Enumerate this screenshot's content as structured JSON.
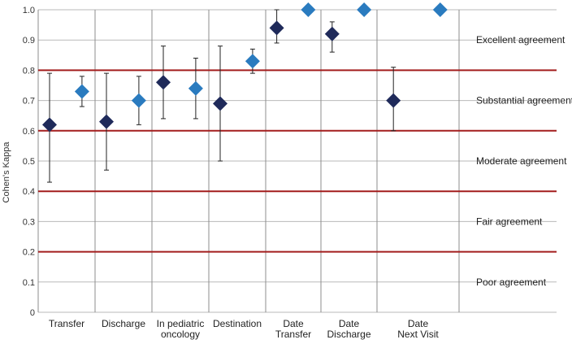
{
  "chart_data": {
    "type": "scatter",
    "ylabel": "Cohen's Kappa",
    "ylim": [
      0,
      1.0
    ],
    "yticks": [
      "0",
      "0.1",
      "0.2",
      "0.3",
      "0.4",
      "0.5",
      "0.6",
      "0.7",
      "0.8",
      "0.9",
      "1.0"
    ],
    "categories": [
      [
        "Transfer"
      ],
      [
        "Discharge"
      ],
      [
        "In pediatric",
        "oncology"
      ],
      [
        "Destination"
      ],
      [
        "Date",
        "Transfer"
      ],
      [
        "Date",
        "Discharge"
      ],
      [
        "Date",
        "Next Visit"
      ]
    ],
    "series": [
      {
        "color": "#1f2a5a",
        "values": [
          0.62,
          0.63,
          0.76,
          0.69,
          0.94,
          0.92,
          0.7
        ],
        "err_low": [
          0.43,
          0.47,
          0.64,
          0.5,
          0.89,
          0.86,
          0.6
        ],
        "err_high": [
          0.79,
          0.79,
          0.88,
          0.88,
          1.0,
          0.96,
          0.81
        ]
      },
      {
        "color": "#2a7bbf",
        "values": [
          0.73,
          0.7,
          0.74,
          0.83,
          1.0,
          1.0,
          1.0
        ],
        "err_low": [
          0.68,
          0.62,
          0.64,
          0.79,
          null,
          null,
          null
        ],
        "err_high": [
          0.78,
          0.78,
          0.84,
          0.87,
          null,
          null,
          null
        ]
      }
    ],
    "thresholds": [
      0.2,
      0.4,
      0.6,
      0.8
    ],
    "threshold_color": "#a31d1d",
    "bands": [
      {
        "label": "Excellent agreement",
        "value": 0.9
      },
      {
        "label": "Substantial agreement",
        "value": 0.7
      },
      {
        "label": "Moderate agreement",
        "value": 0.5
      },
      {
        "label": "Fair agreement",
        "value": 0.3
      },
      {
        "label": "Poor agreement",
        "value": 0.1
      }
    ],
    "grid": true
  }
}
